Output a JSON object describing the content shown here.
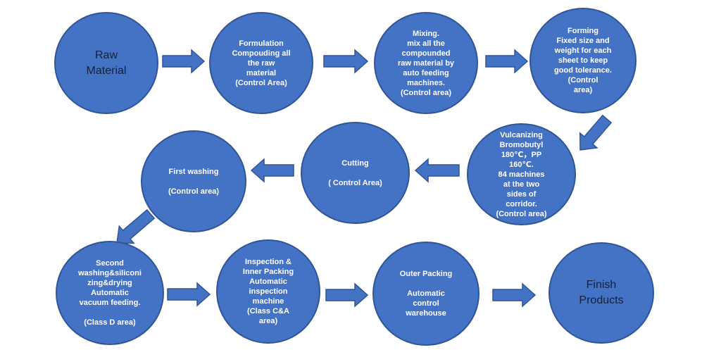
{
  "colors": {
    "node_fill": "#4472c4",
    "node_border": "#2f5597",
    "node_text": "#ffffff",
    "arrow_fill": "#4472c4",
    "arrow_border": "#2f5597",
    "big_text": "#14213d"
  },
  "nodes": [
    {
      "id": "raw_material",
      "label": "Raw\nMaterial"
    },
    {
      "id": "formulation",
      "label": "Formulation\nCompouding all\nthe raw\nmaterial\n(Control Area)"
    },
    {
      "id": "mixing",
      "label": "Mixing.\nmix all the\ncompounded\nraw material by\nauto feeding\nmachines.\n(Control area)"
    },
    {
      "id": "forming",
      "label": "Forming\nFixed size and\nweight for each\nsheet to keep\ngood tolerance.\n(Control\narea)"
    },
    {
      "id": "vulcanizing",
      "label": "Vulcanizing\nBromobutyl\n180℃，PP\n160℃.\n84 machines\nat the two\nsides of\ncorridor.\n(Control area)"
    },
    {
      "id": "cutting",
      "label": "Cutting\n\n( Control Area)"
    },
    {
      "id": "first_washing",
      "label": "First washing\n\n(Control area)"
    },
    {
      "id": "second_washing",
      "label": "Second\nwashing&siliconi\nzing&drying\nAutomatic\nvacuum feeding.\n\n(Class D area)"
    },
    {
      "id": "inspection",
      "label": "Inspection &\nInner Packing\nAutomatic\ninspection\nmachine\n(Class C&A\narea)"
    },
    {
      "id": "outer_packing",
      "label": "Outer Packing\n\nAutomatic\ncontrol\nwarehouse"
    },
    {
      "id": "finish",
      "label": "Finish\nProducts"
    }
  ],
  "edges": [
    {
      "from": "raw_material",
      "to": "formulation"
    },
    {
      "from": "formulation",
      "to": "mixing"
    },
    {
      "from": "mixing",
      "to": "forming"
    },
    {
      "from": "forming",
      "to": "vulcanizing"
    },
    {
      "from": "vulcanizing",
      "to": "cutting"
    },
    {
      "from": "cutting",
      "to": "first_washing"
    },
    {
      "from": "first_washing",
      "to": "second_washing"
    },
    {
      "from": "second_washing",
      "to": "inspection"
    },
    {
      "from": "inspection",
      "to": "outer_packing"
    },
    {
      "from": "outer_packing",
      "to": "finish"
    }
  ]
}
